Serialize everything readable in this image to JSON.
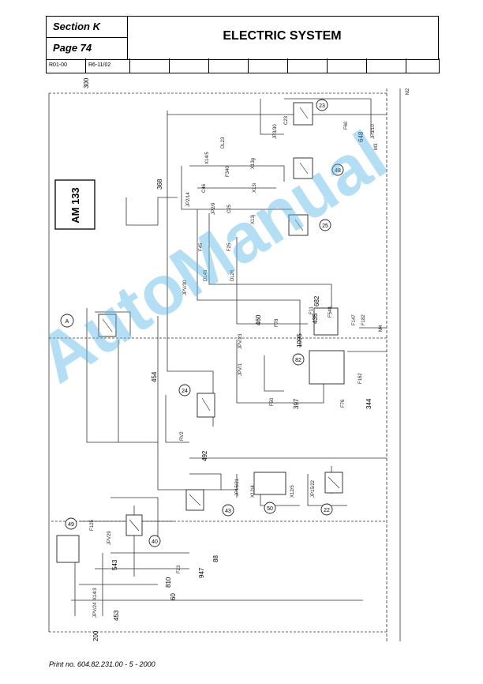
{
  "header": {
    "section": "Section K",
    "page": "Page 74",
    "title": "ELECTRIC SYSTEM",
    "rev_left": "R01-00",
    "rev_right": "R6-11/02"
  },
  "diagram": {
    "model_label": "AM 133",
    "detail_marker": "A",
    "components": [
      "23",
      "48",
      "25",
      "24",
      "40",
      "49",
      "22",
      "50",
      "82",
      "43"
    ],
    "wire_numbers": [
      "300",
      "368",
      "460",
      "454",
      "397",
      "344",
      "492",
      "88",
      "947",
      "810",
      "60",
      "453",
      "200",
      "543",
      "648",
      "435",
      "1095",
      "682"
    ],
    "connectors": [
      "JP3/30",
      "JP3/10",
      "X14/5",
      "X13g",
      "X13j",
      "X13i",
      "JP2/14",
      "JP2/9",
      "JPV/30",
      "JPV/23",
      "JPV/1",
      "JP15/21",
      "X12/4",
      "X12/5",
      "JP15/22",
      "JPV29",
      "X14/3",
      "JPV/24"
    ],
    "fuses": [
      "C23",
      "F60",
      "DL23",
      "F340",
      "C46",
      "C25",
      "F45",
      "F25",
      "DL45",
      "DL26",
      "F11",
      "F78",
      "F76",
      "F162",
      "F50",
      "F125",
      "F23",
      "F548",
      "F147",
      "F182"
    ],
    "labels": [
      "RV2",
      "M2",
      "M3",
      "M4"
    ]
  },
  "watermark": "AutoManual",
  "footer": "Print no. 604.82.231.00 - 5 - 2000"
}
